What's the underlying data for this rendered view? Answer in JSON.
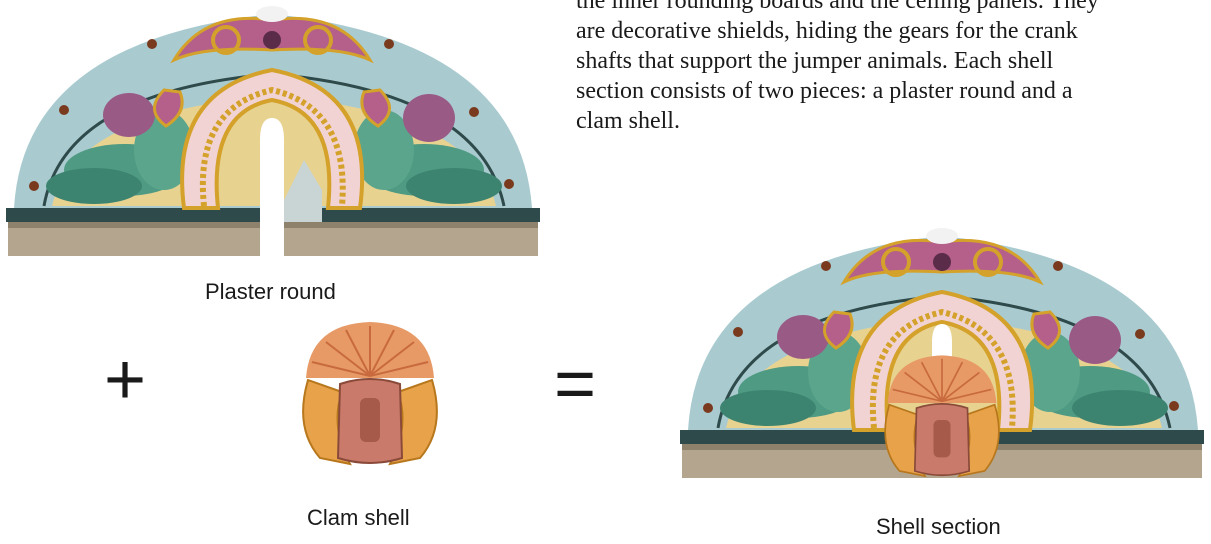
{
  "description": {
    "lines": [
      "the inner rounding boards and the ceiling panels. They",
      "are decorative shields, hiding the gears for the crank",
      "shafts that support the jumper animals. Each shell",
      "section consists of two pieces: a plaster round and a",
      "clam shell."
    ]
  },
  "captions": {
    "plaster_round": "Plaster round",
    "clam_shell": "Clam shell",
    "shell_section": "Shell section"
  },
  "operators": {
    "plus": "+",
    "equals": "="
  },
  "colors": {
    "sky_blue": "#a9cbd0",
    "trim_dark": "#2f4a4a",
    "base_tan": "#b3a58e",
    "scroll_pink": "#f1d3d3",
    "gold": "#d4a12a",
    "leaf_green": "#4f9a82",
    "mauve": "#9a5a86",
    "shell_orange": "#e79a66"
  }
}
